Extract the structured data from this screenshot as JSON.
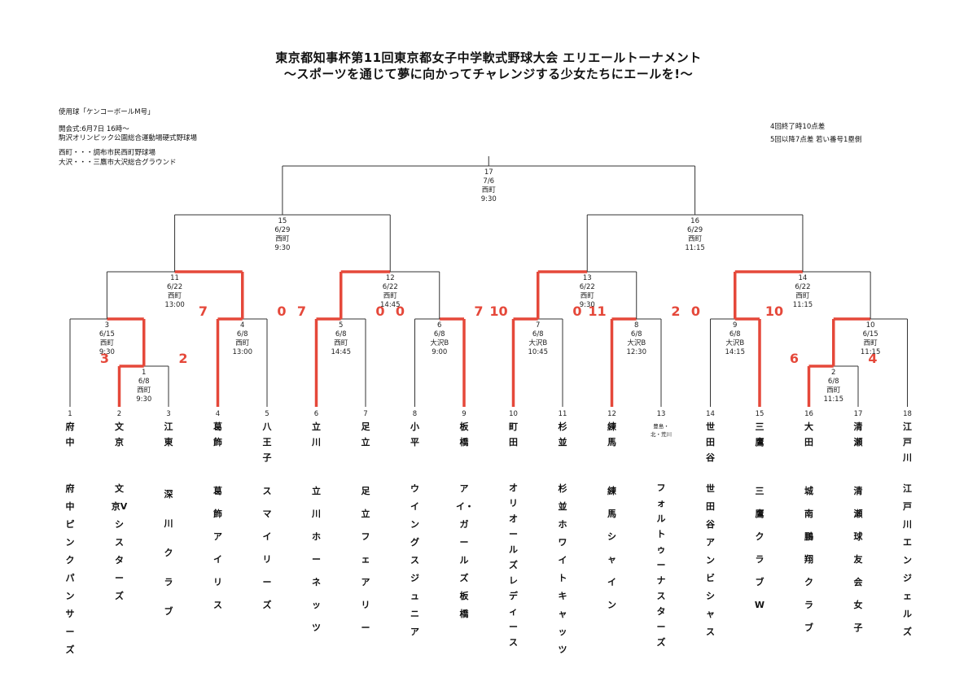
{
  "title": {
    "line1": "東京都知事杯第11回東京都女子中学軟式野球大会 エリエールトーナメント",
    "line2": "〜スポーツを通じて夢に向かってチャレンジする少女たちにエールを!〜"
  },
  "notes_left": [
    "使用球「ケンコーボールM号」",
    "開会式:6月7日 16時〜",
    "駒沢オリンピック公園総合運動場硬式野球場",
    "西町・・・調布市民西町野球場",
    "大沢・・・三鷹市大沢総合グラウンド"
  ],
  "notes_right": [
    "4回終了時10点差",
    "5回以降7点差 若い番号1塁側"
  ],
  "teams": [
    {
      "num": "1",
      "region": "府中",
      "name": "府中ピンクパンサーズ"
    },
    {
      "num": "2",
      "region": "文京",
      "name": "文京Vシスターズ"
    },
    {
      "num": "3",
      "region": "江東",
      "name": "深川クラブ"
    },
    {
      "num": "4",
      "region": "葛飾",
      "name": "葛飾アイリス"
    },
    {
      "num": "5",
      "region": "八王子",
      "name": "スマイリーズ"
    },
    {
      "num": "6",
      "region": "立川",
      "name": "立川ホーネッツ"
    },
    {
      "num": "7",
      "region": "足立",
      "name": "足立フェアリー"
    },
    {
      "num": "8",
      "region": "小平",
      "name": "ウイングスジュニア"
    },
    {
      "num": "9",
      "region": "板橋",
      "name": "アイ・ガールズ板橋"
    },
    {
      "num": "10",
      "region": "町田",
      "name": "オリオールズレディース"
    },
    {
      "num": "11",
      "region": "杉並",
      "name": "杉並ホワイトキャッツ"
    },
    {
      "num": "12",
      "region": "練馬",
      "name": "練馬シャイン"
    },
    {
      "num": "13",
      "region": "豊島・北・荒川",
      "name": "フォルトゥーナスターズ"
    },
    {
      "num": "14",
      "region": "世田谷",
      "name": "世田谷アンビシャス"
    },
    {
      "num": "15",
      "region": "三鷹",
      "name": "三鷹クラブW"
    },
    {
      "num": "16",
      "region": "大田",
      "name": "城南鵬翔クラブ"
    },
    {
      "num": "17",
      "region": "清瀬",
      "name": "清瀬球友会女子"
    },
    {
      "num": "18",
      "region": "江戸川",
      "name": "江戸川エンジェルズ"
    }
  ],
  "matches": [
    {
      "id": "1",
      "date": "6/8",
      "venue": "西町",
      "time": "9:30",
      "score_left": "3",
      "score_right": "2",
      "winner": "left"
    },
    {
      "id": "2",
      "date": "6/8",
      "venue": "西町",
      "time": "11:15",
      "score_left": "6",
      "score_right": "4",
      "winner": "left"
    },
    {
      "id": "3",
      "date": "6/15",
      "venue": "西町",
      "time": "9:30",
      "score_left": "",
      "score_right": "",
      "winner": "right"
    },
    {
      "id": "4",
      "date": "6/8",
      "venue": "西町",
      "time": "13:00",
      "score_left": "7",
      "score_right": "0",
      "winner": "left"
    },
    {
      "id": "5",
      "date": "6/8",
      "venue": "西町",
      "time": "14:45",
      "score_left": "7",
      "score_right": "0",
      "winner": "left"
    },
    {
      "id": "6",
      "date": "6/8",
      "venue": "大沢B",
      "time": "9:00",
      "score_left": "0",
      "score_right": "7",
      "winner": "right"
    },
    {
      "id": "7",
      "date": "6/8",
      "venue": "大沢B",
      "time": "10:45",
      "score_left": "10",
      "score_right": "0",
      "winner": "left"
    },
    {
      "id": "8",
      "date": "6/8",
      "venue": "大沢B",
      "time": "12:30",
      "score_left": "11",
      "score_right": "2",
      "winner": "left"
    },
    {
      "id": "9",
      "date": "6/8",
      "venue": "大沢B",
      "time": "14:15",
      "score_left": "0",
      "score_right": "10",
      "winner": "right"
    },
    {
      "id": "10",
      "date": "6/15",
      "venue": "西町",
      "time": "11:15",
      "score_left": "",
      "score_right": "",
      "winner": "right"
    },
    {
      "id": "11",
      "date": "6/22",
      "venue": "西町",
      "time": "13:00",
      "score_left": "",
      "score_right": "",
      "winner": "right"
    },
    {
      "id": "12",
      "date": "6/22",
      "venue": "西町",
      "time": "14:45",
      "score_left": "",
      "score_right": "",
      "winner": "left"
    },
    {
      "id": "13",
      "date": "6/22",
      "venue": "西町",
      "time": "9:30",
      "score_left": "",
      "score_right": "",
      "winner": "left"
    },
    {
      "id": "14",
      "date": "6/22",
      "venue": "西町",
      "time": "11:15",
      "score_left": "",
      "score_right": "",
      "winner": "left"
    },
    {
      "id": "15",
      "date": "6/29",
      "venue": "西町",
      "time": "9:30",
      "score_left": "",
      "score_right": "",
      "winner": ""
    },
    {
      "id": "16",
      "date": "6/29",
      "venue": "西町",
      "time": "11:15",
      "score_left": "",
      "score_right": "",
      "winner": ""
    },
    {
      "id": "17",
      "date": "7/6",
      "venue": "西町",
      "time": "9:30",
      "score_left": "",
      "score_right": "",
      "winner": ""
    }
  ],
  "colors": {
    "winner_line": "#e5483a",
    "score": "#e5483a",
    "line": "#333333"
  }
}
